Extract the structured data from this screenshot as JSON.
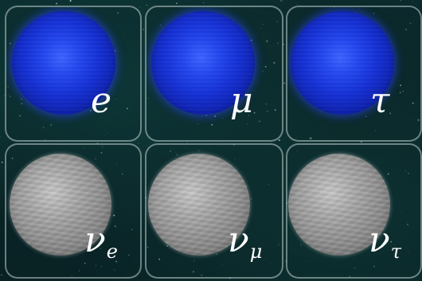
{
  "particles": {
    "charged_leptons": [
      {
        "symbol": "e",
        "subscript": "",
        "sphere_color": "#1f3fe6"
      },
      {
        "symbol": "μ",
        "subscript": "",
        "sphere_color": "#1f3fe6"
      },
      {
        "symbol": "τ",
        "subscript": "",
        "sphere_color": "#1f3fe6"
      }
    ],
    "neutrinos": [
      {
        "symbol": "ν",
        "subscript": "e",
        "sphere_color": "#9a9a9a"
      },
      {
        "symbol": "ν",
        "subscript": "μ",
        "sphere_color": "#9a9a9a"
      },
      {
        "symbol": "ν",
        "subscript": "τ",
        "sphere_color": "#9a9a9a"
      }
    ]
  },
  "colors": {
    "background": "#0a2426",
    "tile_border": "#bccdcd",
    "label": "#ffffff"
  }
}
